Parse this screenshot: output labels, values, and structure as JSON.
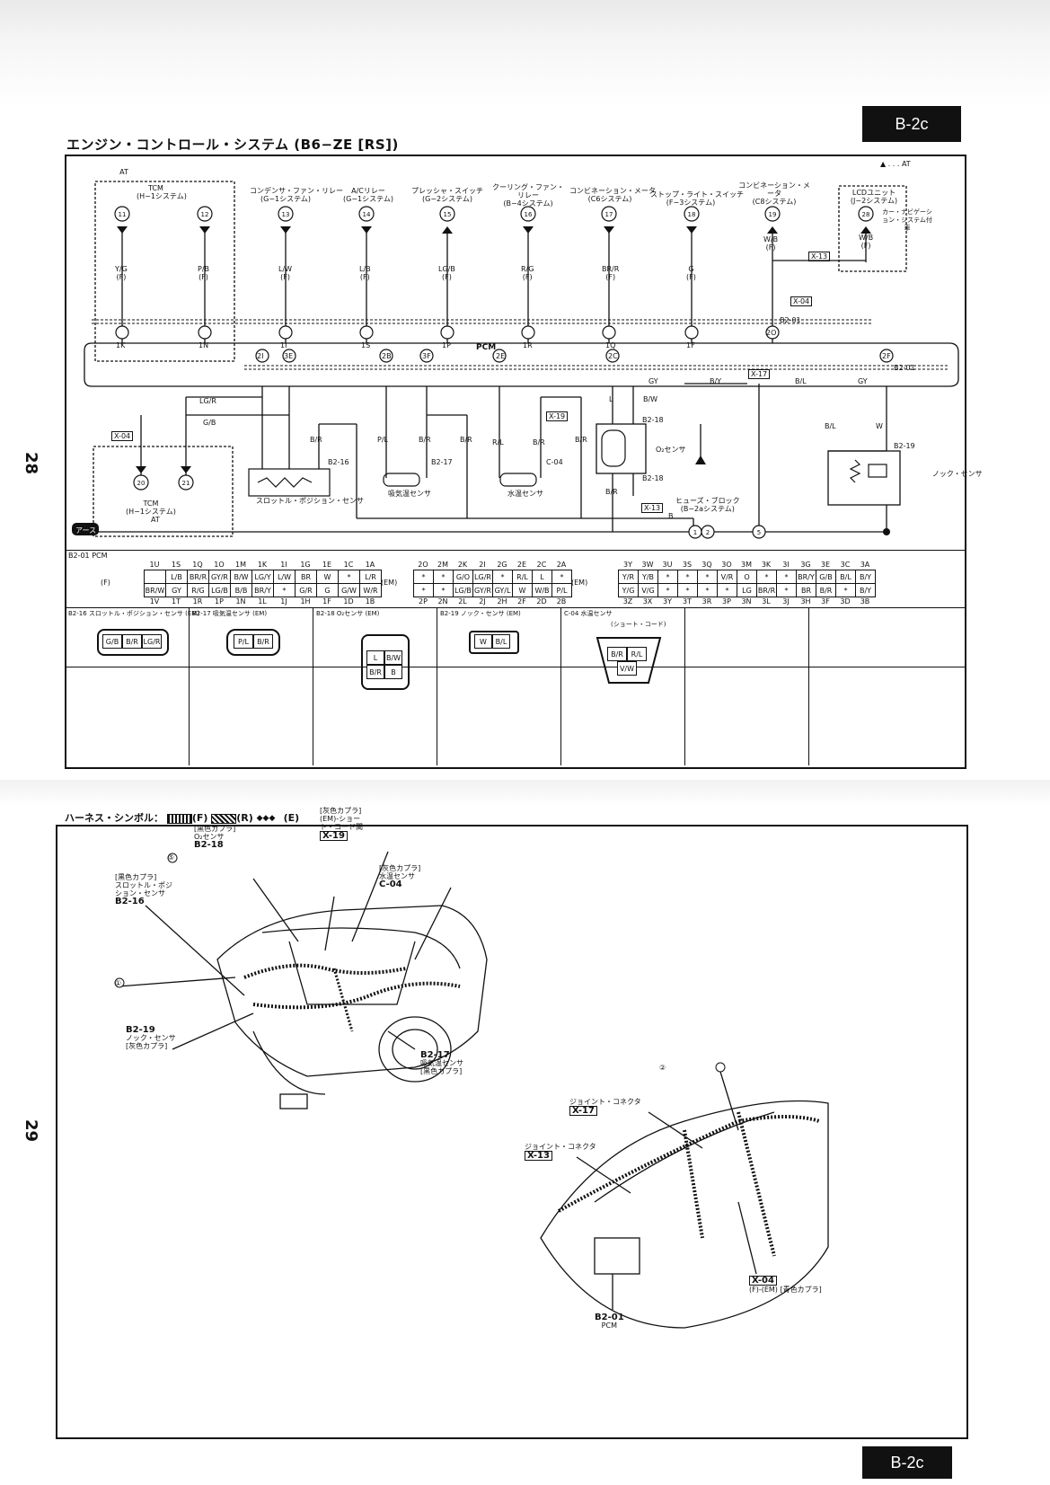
{
  "page_tag": "B-2c",
  "title": "エンジン・コントロール・システム (B6−ZE [RS])",
  "side_numbers": {
    "upper": "28",
    "lower": "29"
  },
  "legend_at": "▲ . . . AT",
  "at_label": "AT",
  "tcm_box": {
    "name": "TCM",
    "sub": "(H−1システム)"
  },
  "tcm_lower": {
    "name": "TCM",
    "sub": "(H−1システム)"
  },
  "top_components": [
    {
      "name": "コンデンサ・ファン・リレー",
      "sub": "(G−1システム)",
      "pin": "13",
      "wire": "L/W",
      "conn": "(F)",
      "pcm": "1I"
    },
    {
      "name": "A/Cリレー",
      "sub": "(G−1システム)",
      "pin": "14",
      "wire": "L/B",
      "conn": "(F)",
      "pcm": "1S"
    },
    {
      "name": "プレッシャ・スイッチ",
      "sub": "(G−2システム)",
      "pin": "15",
      "wire": "LG/B",
      "conn": "(F)",
      "pcm": "1P"
    },
    {
      "name": "クーリング・ファン・リレー",
      "sub": "(B−4システム)",
      "pin": "16",
      "wire": "R/G",
      "conn": "(F)",
      "pcm": "1R"
    },
    {
      "name": "コンビネーション・メータ",
      "sub": "(C6システム)",
      "pin": "17",
      "wire": "BR/R",
      "conn": "(F)",
      "pcm": "1Q"
    },
    {
      "name": "ストップ・ライト・スイッチ",
      "sub": "(F−3システム)",
      "pin": "18",
      "wire": "G",
      "conn": "(F)",
      "pcm": "1F"
    },
    {
      "name": "コンビネーション・メータ",
      "sub": "(C8システム)",
      "pin": "19",
      "wire": "W/B",
      "conn": "(F)",
      "pcm": "2O"
    }
  ],
  "tcm_pins": [
    {
      "pin": "11",
      "wire": "Y/G",
      "conn": "(F)",
      "pcm": "1K"
    },
    {
      "pin": "12",
      "wire": "P/B",
      "conn": "(F)",
      "pcm": "1N"
    }
  ],
  "lcd_unit": {
    "name": "LCDユニット",
    "sub": "(J−2システム)",
    "pin": "28",
    "note": "カー・ナビゲーション・システム付車",
    "wire": "W/B",
    "conn": "(F)",
    "joint": "X-13"
  },
  "pcm_label": "PCM",
  "bus_label": "B2-01",
  "bus_label_lower": "B2-01",
  "joints": [
    "X-04",
    "X-13",
    "X-17",
    "X-19",
    "X-04"
  ],
  "lower_pins": [
    "2I",
    "3E",
    "2B",
    "3F",
    "2E",
    "2C",
    "2F"
  ],
  "sensors": {
    "throttle": "スロットル・ポジション・センサ",
    "intake_temp": "吸気温センサ",
    "water_temp": "水温センサ",
    "o2": "O₂センサ",
    "knock": "ノック・センサ",
    "fuse": "ヒューズ・ブロック",
    "fuse_sub": "(B−2aシステム)"
  },
  "conn_refs": [
    "B2-16",
    "B2-17",
    "C-04",
    "B2-18",
    "B2-18",
    "B2-19"
  ],
  "wire_labels": [
    "LG/R",
    "G/B",
    "B/R",
    "P/L",
    "B/R",
    "B/R",
    "R/L",
    "B/R",
    "B/R",
    "GY",
    "B/Y",
    "B/L",
    "GY",
    "B/L",
    "W",
    "B/W",
    "L",
    "B/R",
    "B"
  ],
  "ground_label": "アース",
  "ground_nums": [
    "1",
    "2",
    "5"
  ],
  "pcm_table": {
    "title": "B2-01 PCM",
    "left_top": [
      "1U",
      "1S",
      "1Q",
      "1O",
      "1M",
      "1K",
      "1I",
      "1G",
      "1E",
      "1C",
      "1A"
    ],
    "left_r1": [
      "",
      "L/B",
      "BR/R",
      "GY/R",
      "B/W",
      "LG/Y",
      "L/W",
      "BR",
      "W",
      "*",
      "L/R"
    ],
    "left_r2": [
      "BR/W",
      "GY",
      "R/G",
      "LG/B",
      "B/B",
      "BR/Y",
      "*",
      "G/R",
      "G",
      "G/W",
      "W/R"
    ],
    "left_bot": [
      "1V",
      "1T",
      "1R",
      "1P",
      "1N",
      "1L",
      "1J",
      "1H",
      "1F",
      "1D",
      "1B"
    ],
    "mid_top": [
      "2O",
      "2M",
      "2K",
      "2I",
      "2G",
      "2E",
      "2C",
      "2A"
    ],
    "mid_r1": [
      "*",
      "*",
      "G/O",
      "LG/R",
      "*",
      "R/L",
      "L",
      "*"
    ],
    "mid_r2": [
      "*",
      "*",
      "LG/B",
      "GY/R",
      "GY/L",
      "W",
      "W/B",
      "P/L"
    ],
    "mid_bot": [
      "2P",
      "2N",
      "2L",
      "2J",
      "2H",
      "2F",
      "2D",
      "2B"
    ],
    "right_top": [
      "3Y",
      "3W",
      "3U",
      "3S",
      "3Q",
      "3O",
      "3M",
      "3K",
      "3I",
      "3G",
      "3E",
      "3C",
      "3A"
    ],
    "right_r1": [
      "Y/R",
      "Y/B",
      "*",
      "*",
      "*",
      "V/R",
      "O",
      "*",
      "*",
      "BR/Y",
      "G/B",
      "B/L",
      "B/Y"
    ],
    "right_r2": [
      "Y/G",
      "V/G",
      "*",
      "*",
      "*",
      "*",
      "LG",
      "BR/R",
      "*",
      "BR",
      "B/R",
      "*",
      "B/Y"
    ],
    "right_bot": [
      "3Z",
      "3X",
      "3Y",
      "3T",
      "3R",
      "3P",
      "3N",
      "3L",
      "3J",
      "3H",
      "3F",
      "3D",
      "3B"
    ],
    "f_tag": "(F)",
    "em_tag": "(EM)",
    "em_tag2": "(EM)"
  },
  "connectors": [
    {
      "title": "B2-16 スロットル・ポジション・センサ (EM)",
      "pins": [
        "G/B",
        "B/R",
        "LG/R"
      ]
    },
    {
      "title": "B2-17 吸気温センサ (EM)",
      "pins": [
        "P/L",
        "B/R"
      ]
    },
    {
      "title": "B2-18 O₂センサ (EM)",
      "pins": [
        "L",
        "B/W",
        "B/R",
        "B"
      ]
    },
    {
      "title": "B2-19 ノック・センサ (EM)",
      "pins": [
        "W",
        "B/L"
      ]
    },
    {
      "title": "C-04 水温センサ",
      "sub": "(ショート・コード)",
      "pins": [
        "B/R",
        "R/L",
        "V/W"
      ]
    }
  ],
  "harness_symbol": "ハーネス・シンボル：",
  "harness_f": "(F)",
  "harness_r": "(R)",
  "harness_e": "(E)",
  "engine_callouts": [
    {
      "note": "[黒色カプラ]",
      "name": "O₂センサ",
      "ref": "B2-18"
    },
    {
      "note": "[灰色カプラ] (EM)-ショート・コード間",
      "ref": "X-19"
    },
    {
      "note": "[灰色カプラ]",
      "name": "水温センサ",
      "ref": "C-04"
    },
    {
      "note": "[黒色カプラ]",
      "name": "スロットル・ポジション・センサ",
      "ref": "B2-16"
    },
    {
      "name": "ノック・センサ",
      "note": "[灰色カプラ]",
      "ref": "B2-19"
    },
    {
      "name": "吸気温センサ",
      "note": "[黒色カプラ]",
      "ref": "B2-17"
    }
  ],
  "engine_markers": [
    "⑤",
    "①"
  ],
  "dash_callouts": [
    {
      "name": "ジョイント・コネクタ",
      "ref": "X-17"
    },
    {
      "name": "ジョイント・コネクタ",
      "ref": "X-13"
    },
    {
      "note": "(F)-(EM) [青色カプラ]",
      "ref": "X-04"
    },
    {
      "name": "PCM",
      "ref": "B2-01"
    }
  ],
  "dash_marker": "②"
}
